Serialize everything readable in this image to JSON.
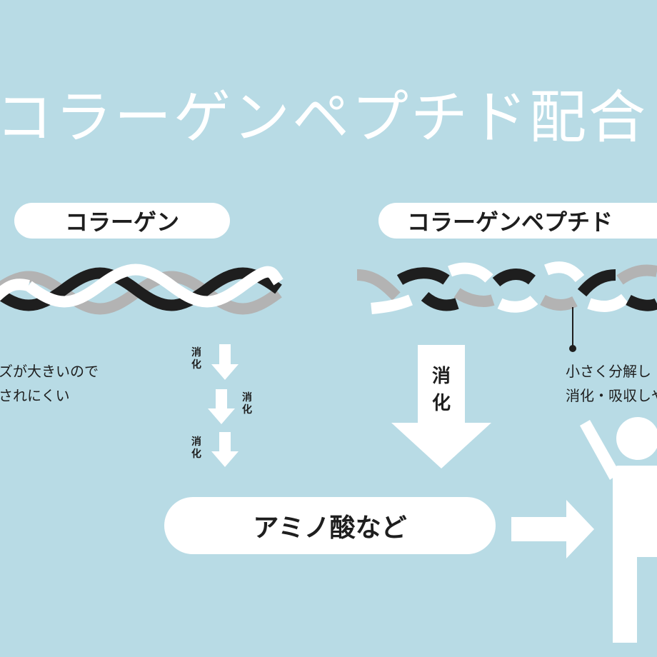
{
  "title": "コラーゲンペプチド配合",
  "left": {
    "label": "コラーゲン",
    "note_line1": "ズが大きいので",
    "note_line2": "されにくい",
    "digest_steps": [
      "消化",
      "消化",
      "消化"
    ]
  },
  "right": {
    "label": "コラーゲンペプチド",
    "digest_label": "消化",
    "note_line1": "小さく分解し",
    "note_line2": "消化・吸収しや"
  },
  "result": {
    "label": "アミノ酸など"
  },
  "colors": {
    "background": "#b8dbe5",
    "black_strand": "#1e1e1e",
    "gray_strand": "#b3b3b3",
    "white_strand": "#ffffff"
  },
  "icons": [
    "down-arrow-icon",
    "right-arrow-icon",
    "person-icon"
  ]
}
